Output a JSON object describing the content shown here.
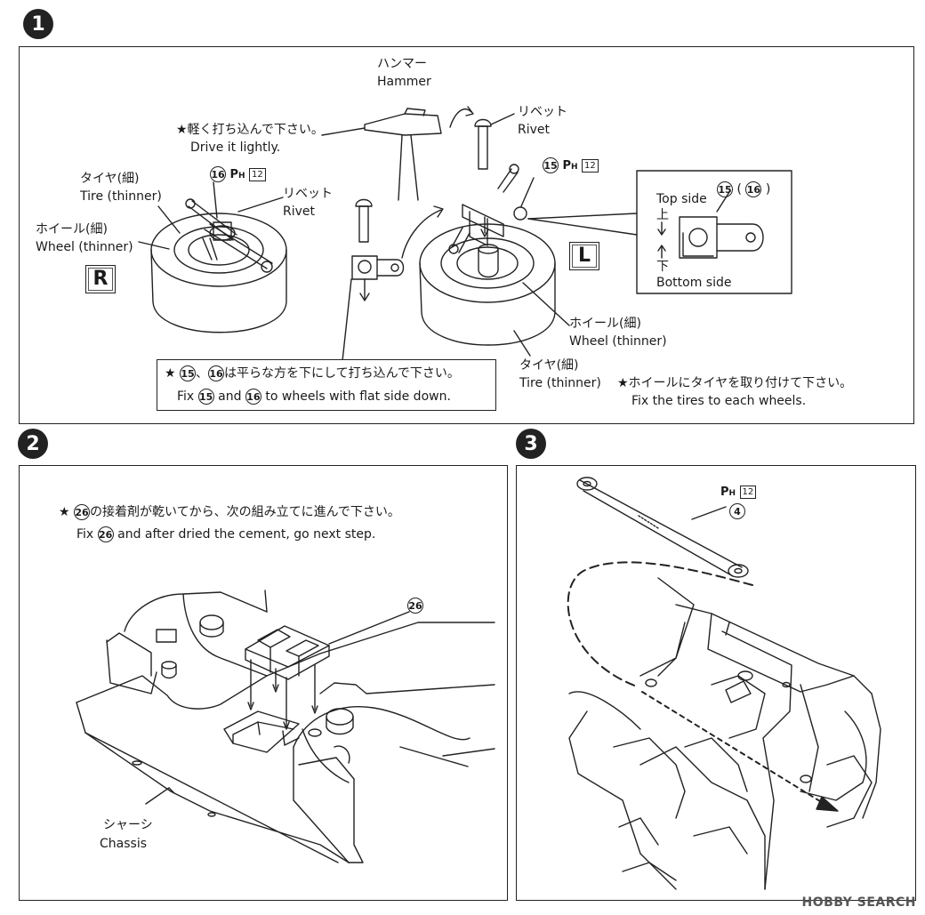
{
  "steps": {
    "step1": "1",
    "step2": "2",
    "step3": "3"
  },
  "step1": {
    "hammer_jp": "ハンマー",
    "hammer_en": "Hammer",
    "drive_jp": "★軽く打ち込んで下さい。",
    "drive_en": "Drive it lightly.",
    "rivet_top_jp": "リベット",
    "rivet_top_en": "Rivet",
    "tire_thin_jp": "タイヤ(細)",
    "tire_thin_en": "Tire (thinner)",
    "rivet_left_jp": "リベット",
    "rivet_left_en": "Rivet",
    "wheel_thin_jp": "ホイール(細)",
    "wheel_thin_en": "Wheel (thinner)",
    "side_r": "R",
    "side_l": "L",
    "part16": "16",
    "part15": "15",
    "ph_label": "P",
    "ph_sub": "H",
    "ph_page": "12",
    "top_side": "Top side",
    "top_kanji": "上",
    "bottom_kanji": "下",
    "bottom_side": "Bottom side",
    "paren_open": "(",
    "paren_close": ")",
    "wheel2_jp": "ホイール(細)",
    "wheel2_en": "Wheel (thinner)",
    "tire2_jp": "タイヤ(細)",
    "tire2_en": "Tire (thinner)",
    "note_jp_pre": "★",
    "note_jp_mid": "、",
    "note_jp_post": "は平らな方を下にして打ち込んで下さい。",
    "note_en_pre": "Fix",
    "note_en_mid": "and",
    "note_en_post": "to wheels with flat side down.",
    "fit_jp": "★ホイールにタイヤを取り付けて下さい。",
    "fit_en": "Fix the tires to each wheels."
  },
  "step2": {
    "note_jp_pre": "★",
    "note_jp_post": "の接着剤が乾いてから、次の組み立てに進んで下さい。",
    "note_en_pre": "Fix",
    "note_en_post": "and after dried the cement, go next step.",
    "part26": "26",
    "chassis_jp": "シャーシ",
    "chassis_en": "Chassis"
  },
  "step3": {
    "ph_label": "P",
    "ph_sub": "H",
    "ph_page": "12",
    "part4": "4"
  },
  "watermark": "HOBBY SEARCH"
}
